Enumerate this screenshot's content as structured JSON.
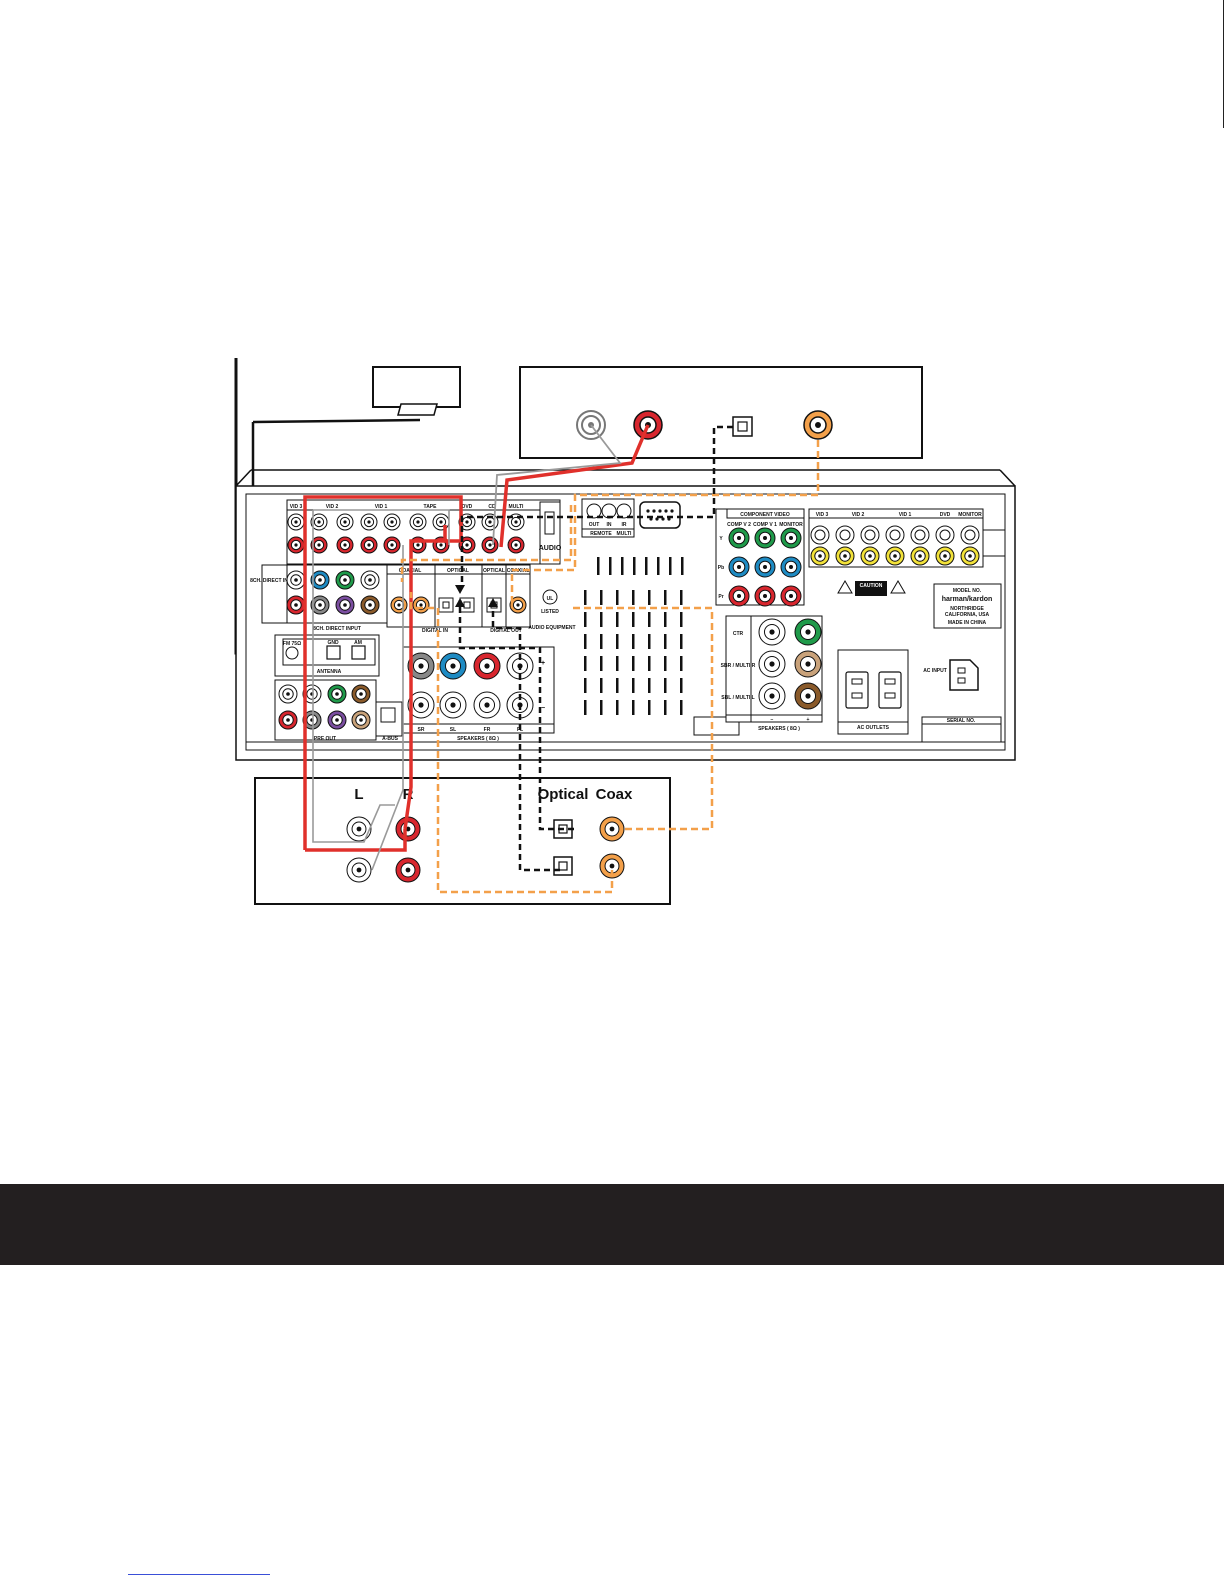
{
  "colors": {
    "red_cable": "#e0302b",
    "white_cable": "#9a9a9a",
    "orange_cable": "#f3a04a",
    "black_cable": "#111111",
    "footer_band": "#231f20",
    "jack_green": "#1f9a4a",
    "jack_blue": "#1e8bc3",
    "jack_red": "#d8262e",
    "jack_yellow": "#f2e23a",
    "jack_purple": "#7b4ea0",
    "jack_brown": "#8a5a2a",
    "jack_tan": "#c9a27a",
    "jack_gray": "#888888",
    "jack_orange": "#f3a04a"
  },
  "receiver": {
    "top_groups": [
      "VID 3",
      "VID 2",
      "VID 1",
      "TAPE",
      "DVD",
      "CD",
      "MULTI"
    ],
    "audio_label": "AUDIO",
    "direct_input_side": "8CH. DIRECT INPUT",
    "direct_input_bottom": "8CH. DIRECT INPUT",
    "digital_labels": {
      "coaxial": "COAXIAL",
      "optical": "OPTICAL",
      "optical_out": "OPTICAL",
      "coaxial_out": "COAXIAL",
      "digital_in": "DIGITAL IN",
      "digital_out": "DIGITAL OUT"
    },
    "remote_labels": {
      "remote": "REMOTE",
      "multi": "MULTI",
      "out": "OUT",
      "in": "IN",
      "ir": "IR"
    },
    "listed_lines": [
      "LISTED",
      "AUDIO EQUIPMENT"
    ],
    "antenna": {
      "label": "ANTENNA",
      "fm": "FM 75Ω",
      "gnd": "GND",
      "am": "AM"
    },
    "pre_out": "PRE OUT",
    "a_bus": "A-BUS",
    "speakers_label": "SPEAKERS ( 8Ω )",
    "speakers_front": [
      "SR",
      "SL",
      "FR",
      "FL"
    ],
    "component_video": {
      "title": "COMPONENT VIDEO",
      "columns": [
        "COMP V 2",
        "COMP V 1",
        "MONITOR"
      ],
      "rows": [
        "Y",
        "Pb",
        "Pr"
      ]
    },
    "video_groups": [
      "VID 3",
      "VID 2",
      "VID 1",
      "DVD",
      "MONITOR"
    ],
    "caution": "CAUTION",
    "model_block": [
      "MODEL NO.",
      "harman/kardon",
      "NORTHRIDGE",
      "CALIFORNIA, USA",
      "MADE IN CHINA"
    ],
    "center_speakers": [
      "CTR",
      "SBR / MULTI R",
      "SBL / MULTI L"
    ],
    "center_polarity": [
      "−",
      "+"
    ],
    "ac_input": "AC INPUT",
    "ac_outlets": "AC OUTLETS",
    "serial": "SERIAL NO."
  },
  "source_device": {
    "labels": {
      "left": "L",
      "right": "R",
      "optical": "Optical",
      "coax": "Coax"
    }
  }
}
